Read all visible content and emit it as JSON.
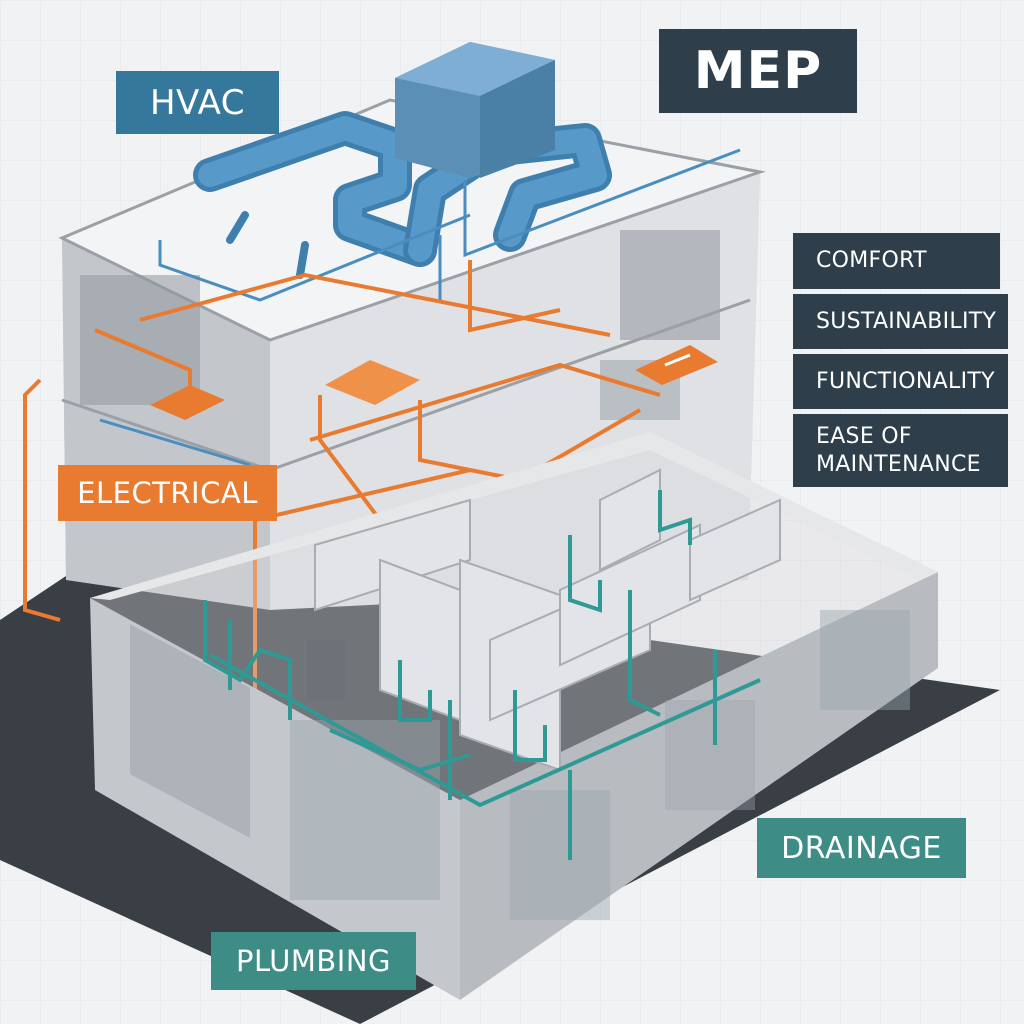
{
  "labels": {
    "hvac": "HVAC",
    "mep": "MEP",
    "electrical": "ELECTRICAL",
    "drainage": "DRAINAGE",
    "plumbing": "PLUMBING"
  },
  "benefits": [
    "COMFORT",
    "SUSTAINABILITY",
    "FUNCTIONALITY",
    "EASE OF\nMAINTENANCE"
  ],
  "colors": {
    "hvac": "#4a8ec0",
    "electrical": "#e97b30",
    "plumbing": "#2f9a95",
    "dark": "#2e3e4a"
  }
}
